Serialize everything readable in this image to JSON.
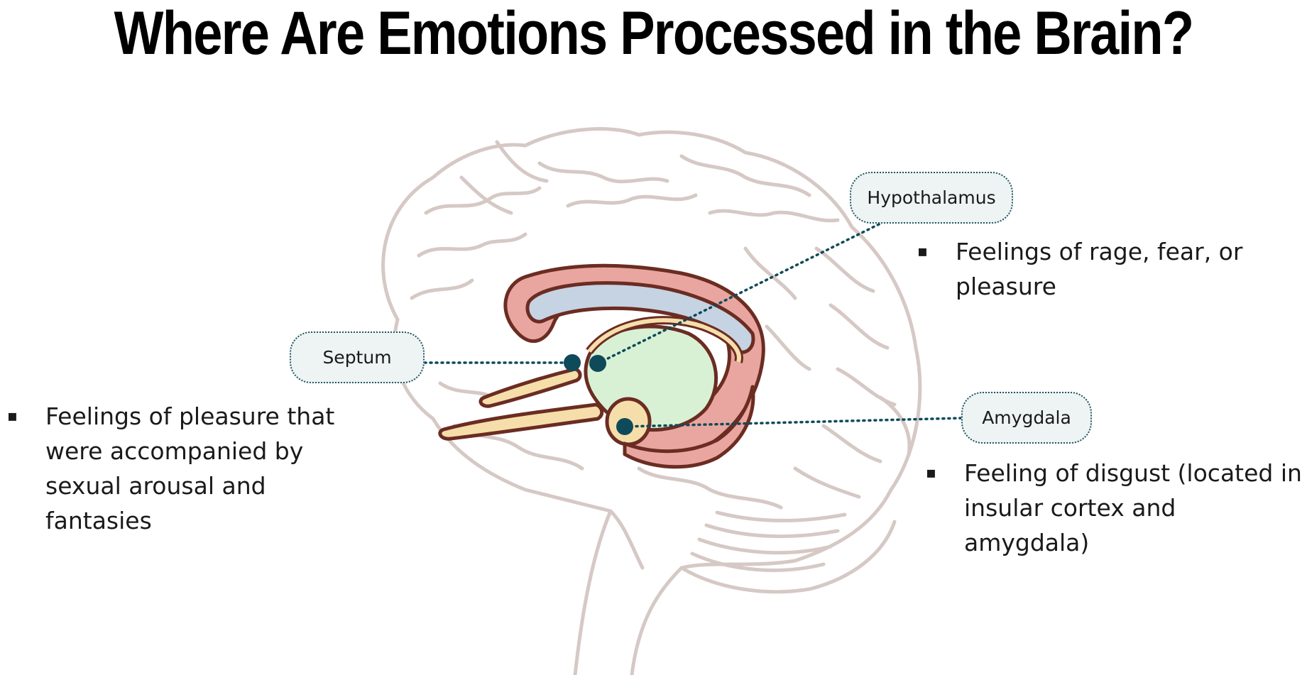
{
  "title": "Where Are Emotions Processed in the Brain?",
  "colors": {
    "brain_outline": "#d6c9c5",
    "limbic_outline": "#6b2c22",
    "cingulate_fill": "#e9a6a0",
    "corpus_fill": "#c5d3e2",
    "thalamus_fill": "#d8f1d5",
    "fornix_fill": "#f6deaa",
    "marker": "#0f4a5a",
    "leader_line": "#0f4a5a"
  },
  "icons": {
    "bullet": "square-bullet-icon",
    "marker": "dot-marker-icon"
  },
  "labels": {
    "septum": {
      "name": "Septum",
      "bullet_glyph": "▪",
      "description": "Feelings of pleasure that were accompanied by sexual arousal and fantasies"
    },
    "hypothalamus": {
      "name": "Hypothalamus",
      "bullet_glyph": "▪",
      "description": "Feelings of rage, fear, or pleasure"
    },
    "amygdala": {
      "name": "Amygdala",
      "bullet_glyph": "▪",
      "description": "Feeling of disgust (located in insular cortex and amygdala)"
    }
  }
}
